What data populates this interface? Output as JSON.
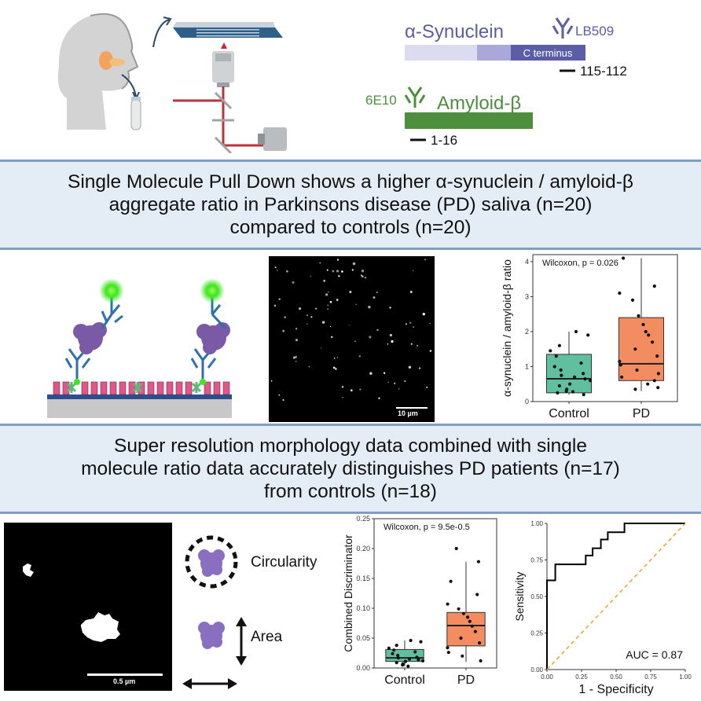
{
  "top": {
    "alpha_syn_label": "α-Synuclein",
    "lb509_label": "LB509",
    "c_terminus_label": "C terminus",
    "alpha_syn_epitope": "115-112",
    "sixe10_label": "6E10",
    "amyloid_label": "Amyloid-β",
    "amyloid_epitope": "1-16"
  },
  "banner1": {
    "lines": [
      "Single Molecule Pull Down shows a higher α-synuclein / amyloid-β",
      "aggregate ratio in Parkinsons disease (PD) saliva (n=20)",
      "compared to controls (n=20)"
    ]
  },
  "banner2": {
    "lines": [
      "Super resolution morphology data combined with single",
      "molecule ratio data accurately distinguishes PD patients (n=17)",
      "from controls (n=18)"
    ]
  },
  "micrograph": {
    "scale_label": "10 µm"
  },
  "sr_image": {
    "scale_label": "0.5 µm"
  },
  "morphology": {
    "circularity_label": "Circularity",
    "area_label": "Area"
  },
  "colors": {
    "control": "#5fbf9f",
    "pd": "#f48c62",
    "accent_blue": "#5b5ea6",
    "amyloid_green": "#4e8f3e",
    "banner_border": "#7f9fc7"
  },
  "chart_data": [
    {
      "type": "box",
      "title": "Wilcoxon, p = 0.026",
      "xlabel": "",
      "ylabel": "α-synuclein / amyloid-β ratio",
      "categories": [
        "Control",
        "PD"
      ],
      "ylim": [
        0,
        4.2
      ],
      "yticks": [
        0,
        1,
        2,
        3,
        4
      ],
      "boxes": [
        {
          "name": "Control",
          "q1": 0.25,
          "median": 0.65,
          "q3": 1.35,
          "whisker_low": 0.2,
          "whisker_high": 2.0
        },
        {
          "name": "PD",
          "q1": 0.6,
          "median": 1.08,
          "q3": 2.4,
          "whisker_low": 0.3,
          "whisker_high": 4.1
        }
      ],
      "points": {
        "Control": [
          2.0,
          1.9,
          1.6,
          1.45,
          1.3,
          1.1,
          1.0,
          0.9,
          0.8,
          0.75,
          0.7,
          0.65,
          0.6,
          0.5,
          0.45,
          0.35,
          0.3,
          0.28,
          0.25,
          0.2
        ],
        "PD": [
          4.1,
          3.3,
          3.1,
          2.9,
          2.45,
          2.2,
          2.0,
          1.9,
          1.7,
          1.5,
          1.3,
          1.15,
          1.05,
          0.9,
          0.8,
          0.7,
          0.6,
          0.5,
          0.4,
          0.35
        ]
      }
    },
    {
      "type": "box",
      "title": "Wilcoxon, p = 9.5e-0.5",
      "xlabel": "",
      "ylabel": "Combined Discriminator",
      "categories": [
        "Control",
        "PD"
      ],
      "ylim": [
        0,
        0.25
      ],
      "yticks": [
        "0.00",
        "0.05",
        "0.10",
        "0.15",
        "0.20",
        "0.25"
      ],
      "boxes": [
        {
          "name": "Control",
          "q1": 0.011,
          "median": 0.017,
          "q3": 0.031,
          "whisker_low": 0.003,
          "whisker_high": 0.046
        },
        {
          "name": "PD",
          "q1": 0.037,
          "median": 0.071,
          "q3": 0.093,
          "whisker_low": 0.01,
          "whisker_high": 0.178
        }
      ],
      "points": {
        "Control": [
          0.046,
          0.044,
          0.038,
          0.033,
          0.03,
          0.027,
          0.024,
          0.021,
          0.018,
          0.017,
          0.015,
          0.014,
          0.012,
          0.011,
          0.009,
          0.007,
          0.005,
          0.003
        ],
        "PD": [
          0.2,
          0.178,
          0.145,
          0.123,
          0.107,
          0.099,
          0.091,
          0.085,
          0.078,
          0.07,
          0.061,
          0.05,
          0.042,
          0.034,
          0.026,
          0.02,
          0.012
        ]
      }
    },
    {
      "type": "line",
      "title": "",
      "xlabel": "1 - Specificity",
      "ylabel": "Sensitivity",
      "xlim": [
        0,
        1
      ],
      "ylim": [
        0,
        1
      ],
      "xticks": [
        "0.00",
        "0.25",
        "0.50",
        "0.75",
        "1.00"
      ],
      "yticks": [
        "0.00",
        "0.25",
        "0.50",
        "0.75",
        "1.00"
      ],
      "annotation": "AUC = 0.87",
      "series": [
        {
          "x": [
            0,
            0,
            0.06,
            0.06,
            0.28,
            0.28,
            0.33,
            0.33,
            0.39,
            0.39,
            0.44,
            0.44,
            0.56,
            0.56,
            0.72,
            0.72,
            1.0
          ],
          "y": [
            0,
            0.61,
            0.61,
            0.72,
            0.72,
            0.78,
            0.78,
            0.83,
            0.83,
            0.89,
            0.89,
            0.94,
            0.94,
            1.0,
            1.0,
            1.0,
            1.0
          ],
          "color": "#000000"
        },
        {
          "x": [
            0,
            1
          ],
          "y": [
            0,
            1
          ],
          "color": "#f0a030",
          "dashed": true
        }
      ]
    }
  ]
}
